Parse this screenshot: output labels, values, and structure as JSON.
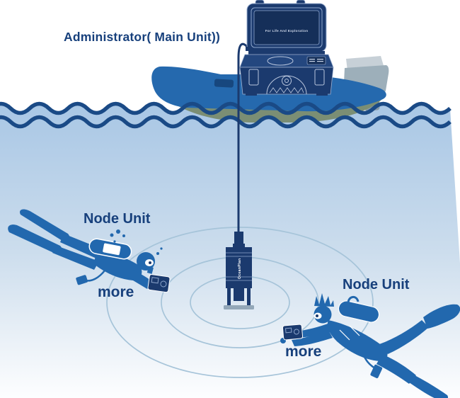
{
  "scene": {
    "description": "Underwater acoustic communication diagram: administrator main unit case on a boat, cable-deployed transducer emitting sonar rings, and two diver node units"
  },
  "labels": {
    "administrator": "Administrator( Main Unit))",
    "node_unit_left": "Node Unit",
    "more_left": "more",
    "node_unit_right": "Node Unit",
    "more_right": "more"
  },
  "main_unit": {
    "screen_text": "For Life And Exploration"
  },
  "transducer": {
    "label": "OceanPlan"
  },
  "colors": {
    "navy": "#1b3a6e",
    "text_navy": "#17407c",
    "diver_blue": "#2268ae",
    "boat_blue": "#2569ae",
    "wave_stroke": "#1a4a86",
    "water_top": "#a9c7e5",
    "sonar_ring": "#a6c4d9",
    "hull_olive": "#7b8e74",
    "motor_grey": "#9dafba"
  }
}
